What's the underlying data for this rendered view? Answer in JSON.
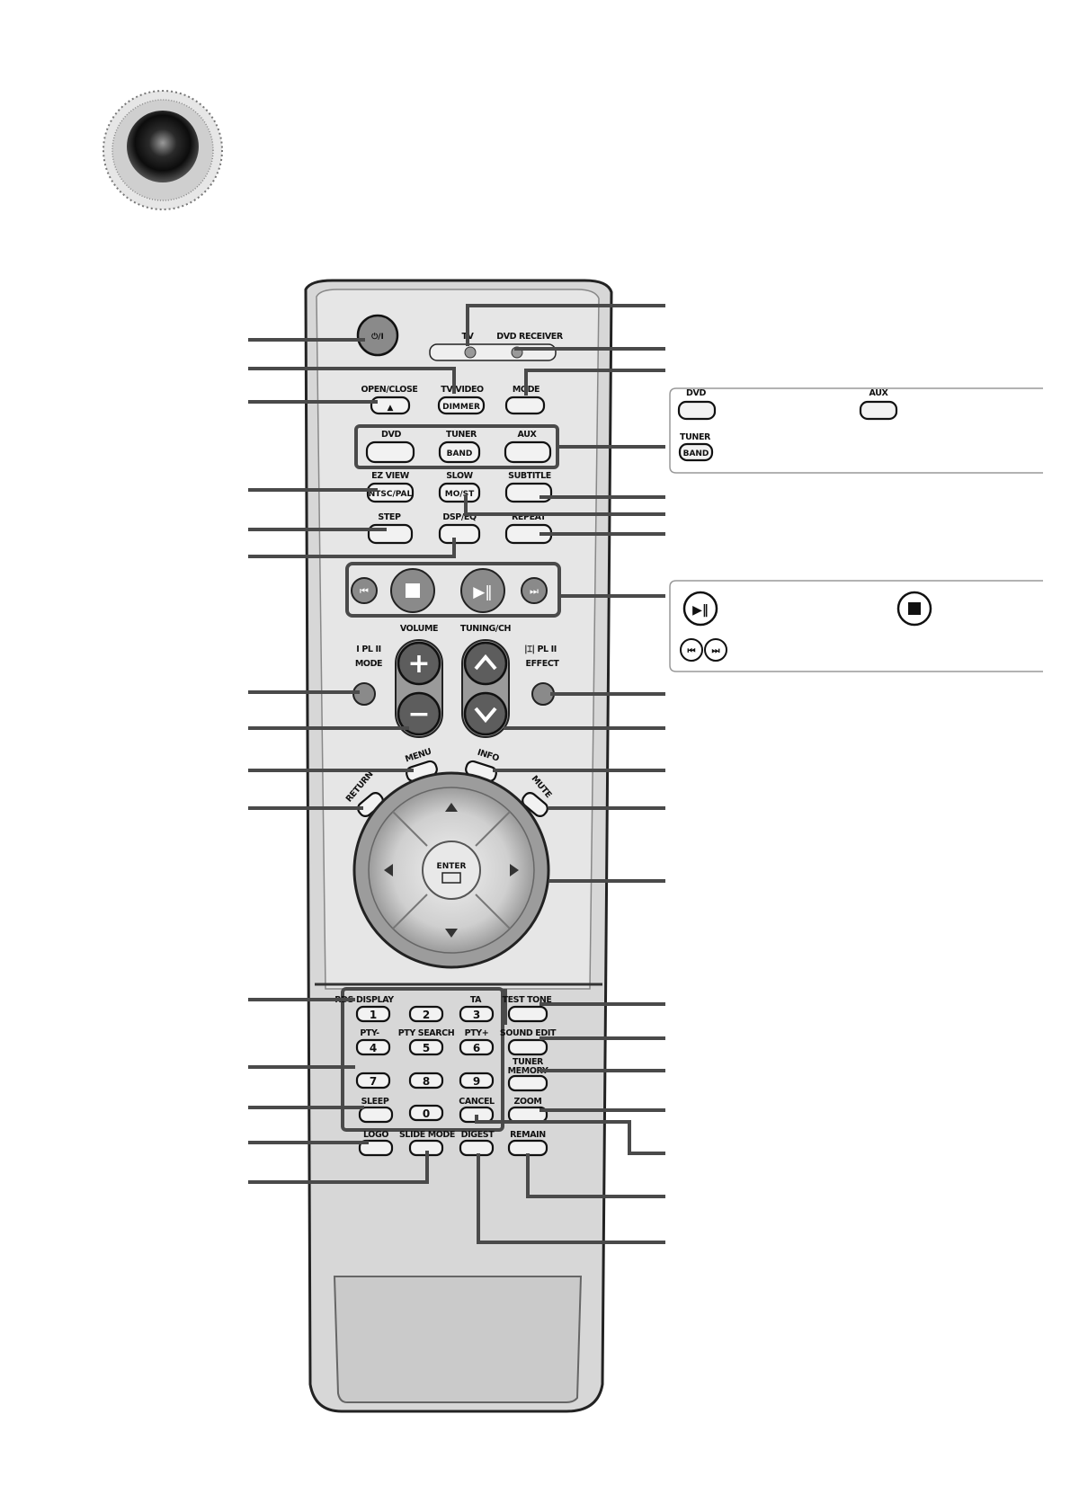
{
  "remote": {
    "power_label": "⏻/I",
    "mode_led_labels": [
      "TV",
      "DVD RECEIVER"
    ],
    "row1_labels": [
      "OPEN/CLOSE",
      "TV/VIDEO",
      "MODE"
    ],
    "eject_symbol": "▲",
    "dimmer_label": "DIMMER",
    "source_labels": [
      "DVD",
      "TUNER",
      "AUX"
    ],
    "band_label": "BAND",
    "row3_labels": [
      "EZ VIEW",
      "SLOW",
      "SUBTITLE"
    ],
    "ntsc_pal_label": "NTSC/PAL",
    "mo_st_label": "MO/ST",
    "row4_labels": [
      "STEP",
      "DSP/EQ",
      "REPEAT"
    ],
    "volume_label": "VOLUME",
    "tuning_label": "TUNING/CH",
    "pl2_mode_label": [
      "Ⅰ PL II",
      "MODE"
    ],
    "pl2_effect_label": [
      "|⌶| PL II",
      "EFFECT"
    ],
    "menu_label": "MENU",
    "info_label": "INFO",
    "return_label": "RETURN",
    "mute_label": "MUTE",
    "enter_label": "ENTER",
    "numpad_top_labels": [
      "RDS DISPLAY",
      "TA",
      "TEST TONE"
    ],
    "numpad_mid_labels": [
      "PTY-",
      "PTY SEARCH",
      "PTY+",
      "SOUND EDIT"
    ],
    "tuner_memory_label": [
      "TUNER",
      "MEMORY"
    ],
    "digits": [
      "1",
      "2",
      "3",
      "4",
      "5",
      "6",
      "7",
      "8",
      "9",
      "0"
    ],
    "bottom_labels_row1": [
      "SLEEP",
      "CANCEL",
      "ZOOM"
    ],
    "bottom_labels_row2": [
      "LOGO",
      "SLIDE MODE",
      "DIGEST",
      "REMAIN"
    ]
  },
  "callout_sources": {
    "dvd": "DVD",
    "aux": "AUX",
    "tuner": "TUNER",
    "band": "BAND"
  },
  "colors": {
    "leader": "#4a4a4a",
    "remote_body": "#d7d7d7",
    "button_fill": "#f2f2f2",
    "gray_button": "#8a8a8a"
  }
}
